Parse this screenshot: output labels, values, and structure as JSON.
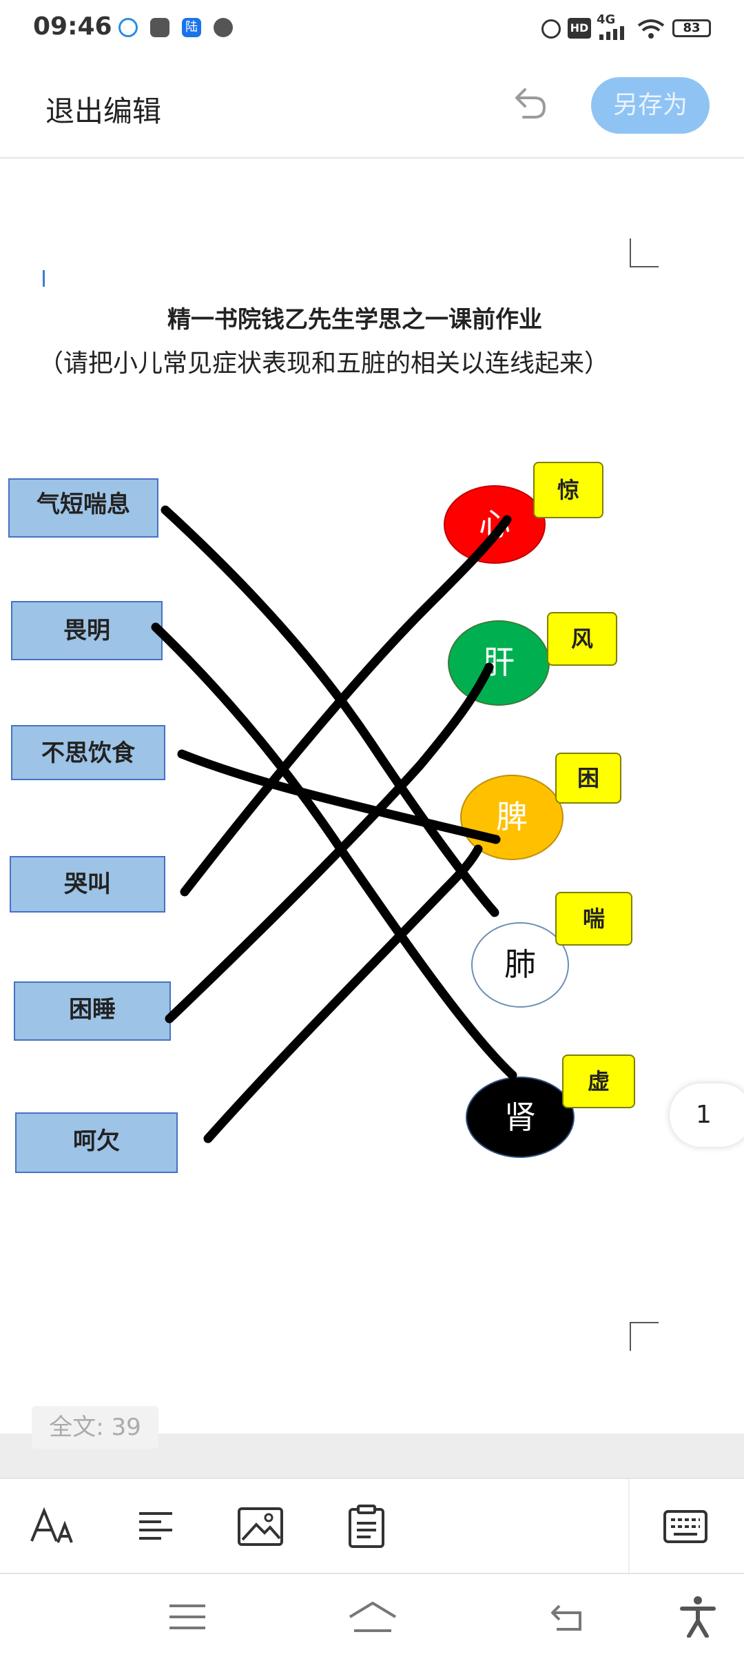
{
  "status": {
    "time": "09:46",
    "signal": "4G",
    "battery": "83",
    "hd": "HD",
    "app_badge": "陆"
  },
  "header": {
    "exit_label": "退出编辑",
    "save_as_label": "另存为"
  },
  "doc": {
    "title": "精一书院钱乙先生学思之一课前作业",
    "instruction": "（请把小儿常见症状表现和五脏的相关以连线起来）",
    "symptoms": [
      "气短喘息",
      "畏明",
      "不思饮食",
      "哭叫",
      "困睡",
      "呵欠"
    ],
    "organs": [
      "心",
      "肝",
      "脾",
      "肺",
      "肾"
    ],
    "tags": [
      "惊",
      "风",
      "困",
      "喘",
      "虚"
    ],
    "colors": {
      "heart": "#ff0000",
      "liver": "#00b050",
      "spleen": "#ffc000",
      "lung": "#ffffff",
      "kidney": "#000000",
      "tag": "#ffff00",
      "box": "#9dc3e6"
    }
  },
  "page_indicator": "1",
  "word_count": "全文: 39",
  "toolbar": {
    "icons": [
      "font-size-icon",
      "align-icon",
      "image-icon",
      "clipboard-icon",
      "keyboard-icon"
    ]
  },
  "navbar": {
    "icons": [
      "menu-icon",
      "home-icon",
      "back-icon",
      "accessibility-icon"
    ]
  }
}
